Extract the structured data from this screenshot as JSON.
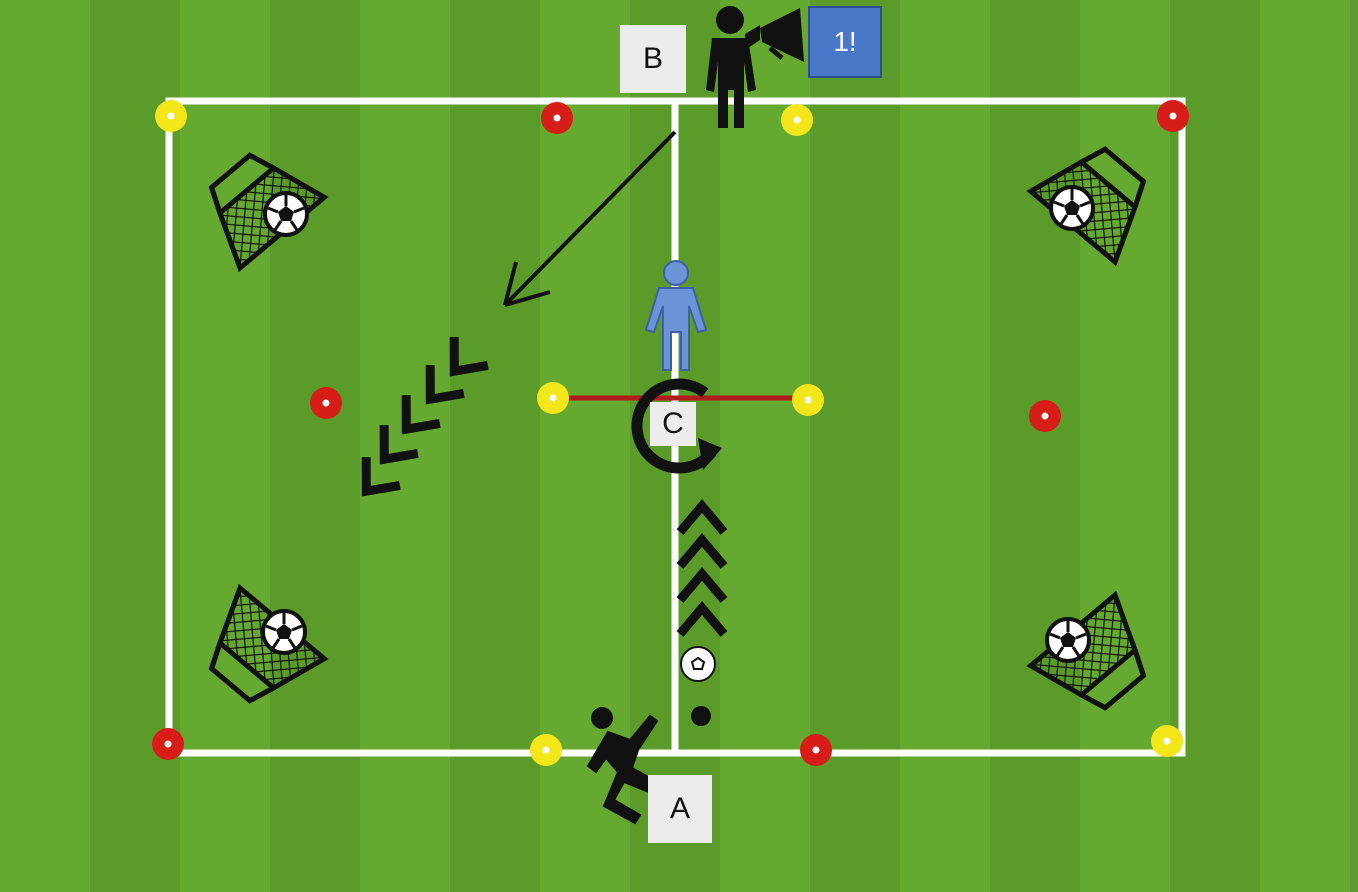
{
  "labels": {
    "b": "B",
    "a": "A",
    "c": "C",
    "call": "1!"
  },
  "colors": {
    "grass_light": "#6aad34",
    "grass_dark": "#5a9a2a",
    "line": "#ffffff",
    "cone_yellow": "#f3e61b",
    "cone_red": "#d71d17",
    "gate_line": "#b01c1c",
    "defender": "#6b93d6",
    "call_box": "#4a78c8"
  },
  "icons": [
    "coach-megaphone-icon",
    "player-kicking-icon",
    "defender-icon",
    "turn-arrow-icon",
    "goal-icon",
    "ball-icon",
    "run-arrow-icon",
    "pass-arrow-icon"
  ]
}
